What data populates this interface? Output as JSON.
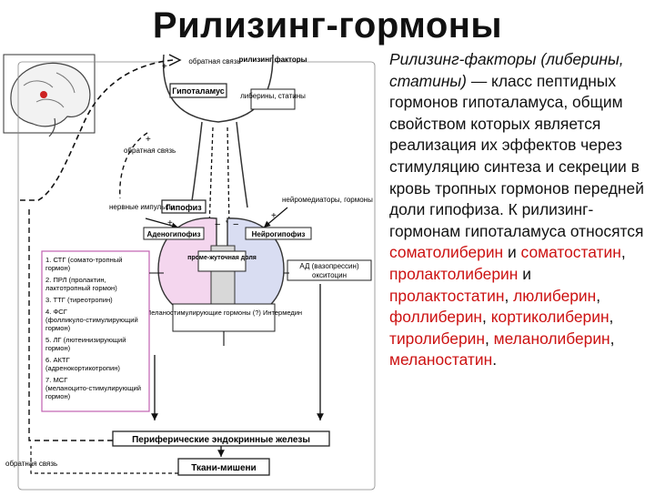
{
  "title": "Рилизинг-гормоны",
  "diagram": {
    "feedback_top": "обратная связь",
    "releasing_factors": "рилизинг факторы",
    "hypothalamus": "Гипоталамус",
    "liberins_statins": "либерины, статины",
    "feedback_side": "обратная связь",
    "nerve_impulses": "нервные импульсы",
    "hypophysis": "Гипофиз",
    "neuromediators": "нейромедиаторы, гормоны",
    "adenohypophysis": "Аденогипофиз",
    "neurohypophysis": "Нейрогипофиз",
    "intermediate_lobe": "проме-жуточная доля",
    "adh": "АД (вазопрессин)",
    "oxytocin": "окситоцин",
    "msh_hormones": "Меланостимулирующие гормоны (?) Интермедин",
    "hormone_list": [
      "1. СТГ (сомато-тропный гормон)",
      "2. ПРЛ (пролактин, лактотропный гормон)",
      "3. ТТГ (тиреотропин)",
      "4. ФСГ (фолликуло-стимулирующий гормон)",
      "5. ЛГ (лютеинизирующий гормон)",
      "6. АКТГ (адренокортикотропин)",
      "7. МСГ (меланоцито-стимулирующий гормон)"
    ],
    "peripheral_glands": "Периферические эндокринные железы",
    "target_tissues": "Ткани-мишени",
    "feedback_bottom": "обратная связь",
    "plus": "+",
    "minus": "−"
  },
  "text": {
    "intro_italic": "Рилизинг-факторы (либерины, статины)",
    "intro_rest": " — класс пептидных гормонов гипоталамуса, общим свойством которых является реализация их эффектов через стимуляцию синтеза и секреции в кровь тропных гормонов передней доли гипофиза. К рилизинг-гормонам гипоталамуса относятся ",
    "hormones": [
      {
        "name": "соматолиберин",
        "sep": " и "
      },
      {
        "name": "соматостатин",
        "sep": ", "
      },
      {
        "name": "пролактолиберин",
        "sep": " и "
      },
      {
        "name": "пролактостатин",
        "sep": ", "
      },
      {
        "name": "люлиберин",
        "sep": ", "
      },
      {
        "name": "фоллиберин",
        "sep": ", "
      },
      {
        "name": "кортиколиберин",
        "sep": ", "
      },
      {
        "name": "тиролиберин",
        "sep": ", "
      },
      {
        "name": "меланолиберин",
        "sep": ", "
      },
      {
        "name": "меланостатин",
        "sep": "."
      }
    ]
  },
  "colors": {
    "adenohypophysis_fill": "#f4d6ee",
    "neurohypophysis_fill": "#d9ddf2",
    "intermediate_fill": "#d8d8d8",
    "list_border": "#c060b0",
    "highlight_red": "#cc1111"
  }
}
